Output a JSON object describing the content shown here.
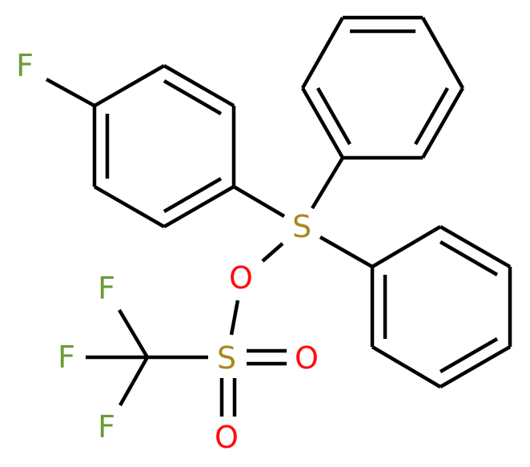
{
  "molecule": {
    "atoms": {
      "f_aryl": "F",
      "s_sulfonium": "S",
      "o_bridge": "O",
      "s_sulfonyl": "S",
      "o_sulfonyl_right": "O",
      "o_sulfonyl_bottom": "O",
      "f_cf3_top": "F",
      "f_cf3_left": "F",
      "f_cf3_bottom": "F"
    },
    "colors": {
      "fluorine": "#6b9b37",
      "sulfur": "#a8891f",
      "oxygen": "#ff0d0d",
      "bond": "#000000"
    }
  }
}
